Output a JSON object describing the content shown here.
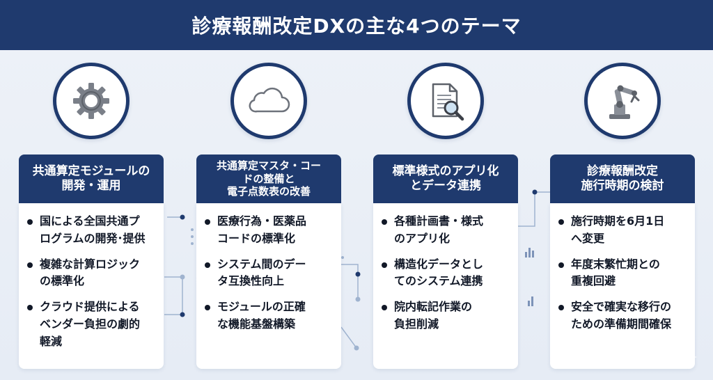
{
  "header": {
    "title": "診療報酬改定DXの主な4つのテーマ"
  },
  "columns": [
    {
      "icon": "gear-icon",
      "title": [
        "共通算定モジュールの",
        "開発・運用"
      ],
      "bullets": [
        [
          "国による全国共通プ",
          "ログラムの開発･提供"
        ],
        [
          "複雑な計算ロジック",
          "の標準化"
        ],
        [
          "クラウド提供による",
          "ベンダー負担の劇的",
          "軽減"
        ]
      ]
    },
    {
      "icon": "cloud-icon",
      "title": [
        "共通算定マスタ・コー",
        "ドの整備と",
        "電子点数表の改善"
      ],
      "bullets": [
        [
          "医療行為・医薬品",
          "コードの標準化"
        ],
        [
          "システム間のデー",
          "タ互換性向上"
        ],
        [
          "モジュールの正確",
          "な機能基盤構築"
        ]
      ]
    },
    {
      "icon": "document-search-icon",
      "title": [
        "標準様式のアプリ化",
        "とデータ連携"
      ],
      "bullets": [
        [
          "各種計画書・様式",
          "のアプリ化"
        ],
        [
          "構造化データとし",
          "てのシステム連携"
        ],
        [
          "院内転記作業の",
          "負担削減"
        ]
      ]
    },
    {
      "icon": "robot-arm-icon",
      "title": [
        "診療報酬改定",
        "施行時期の検討"
      ],
      "bullets": [
        [
          "施行時期を6月1日",
          "へ変更"
        ],
        [
          "年度末繁忙期との",
          "重複回避"
        ],
        [
          "安全で確実な移行の",
          "ための準備期間確保"
        ]
      ]
    }
  ]
}
